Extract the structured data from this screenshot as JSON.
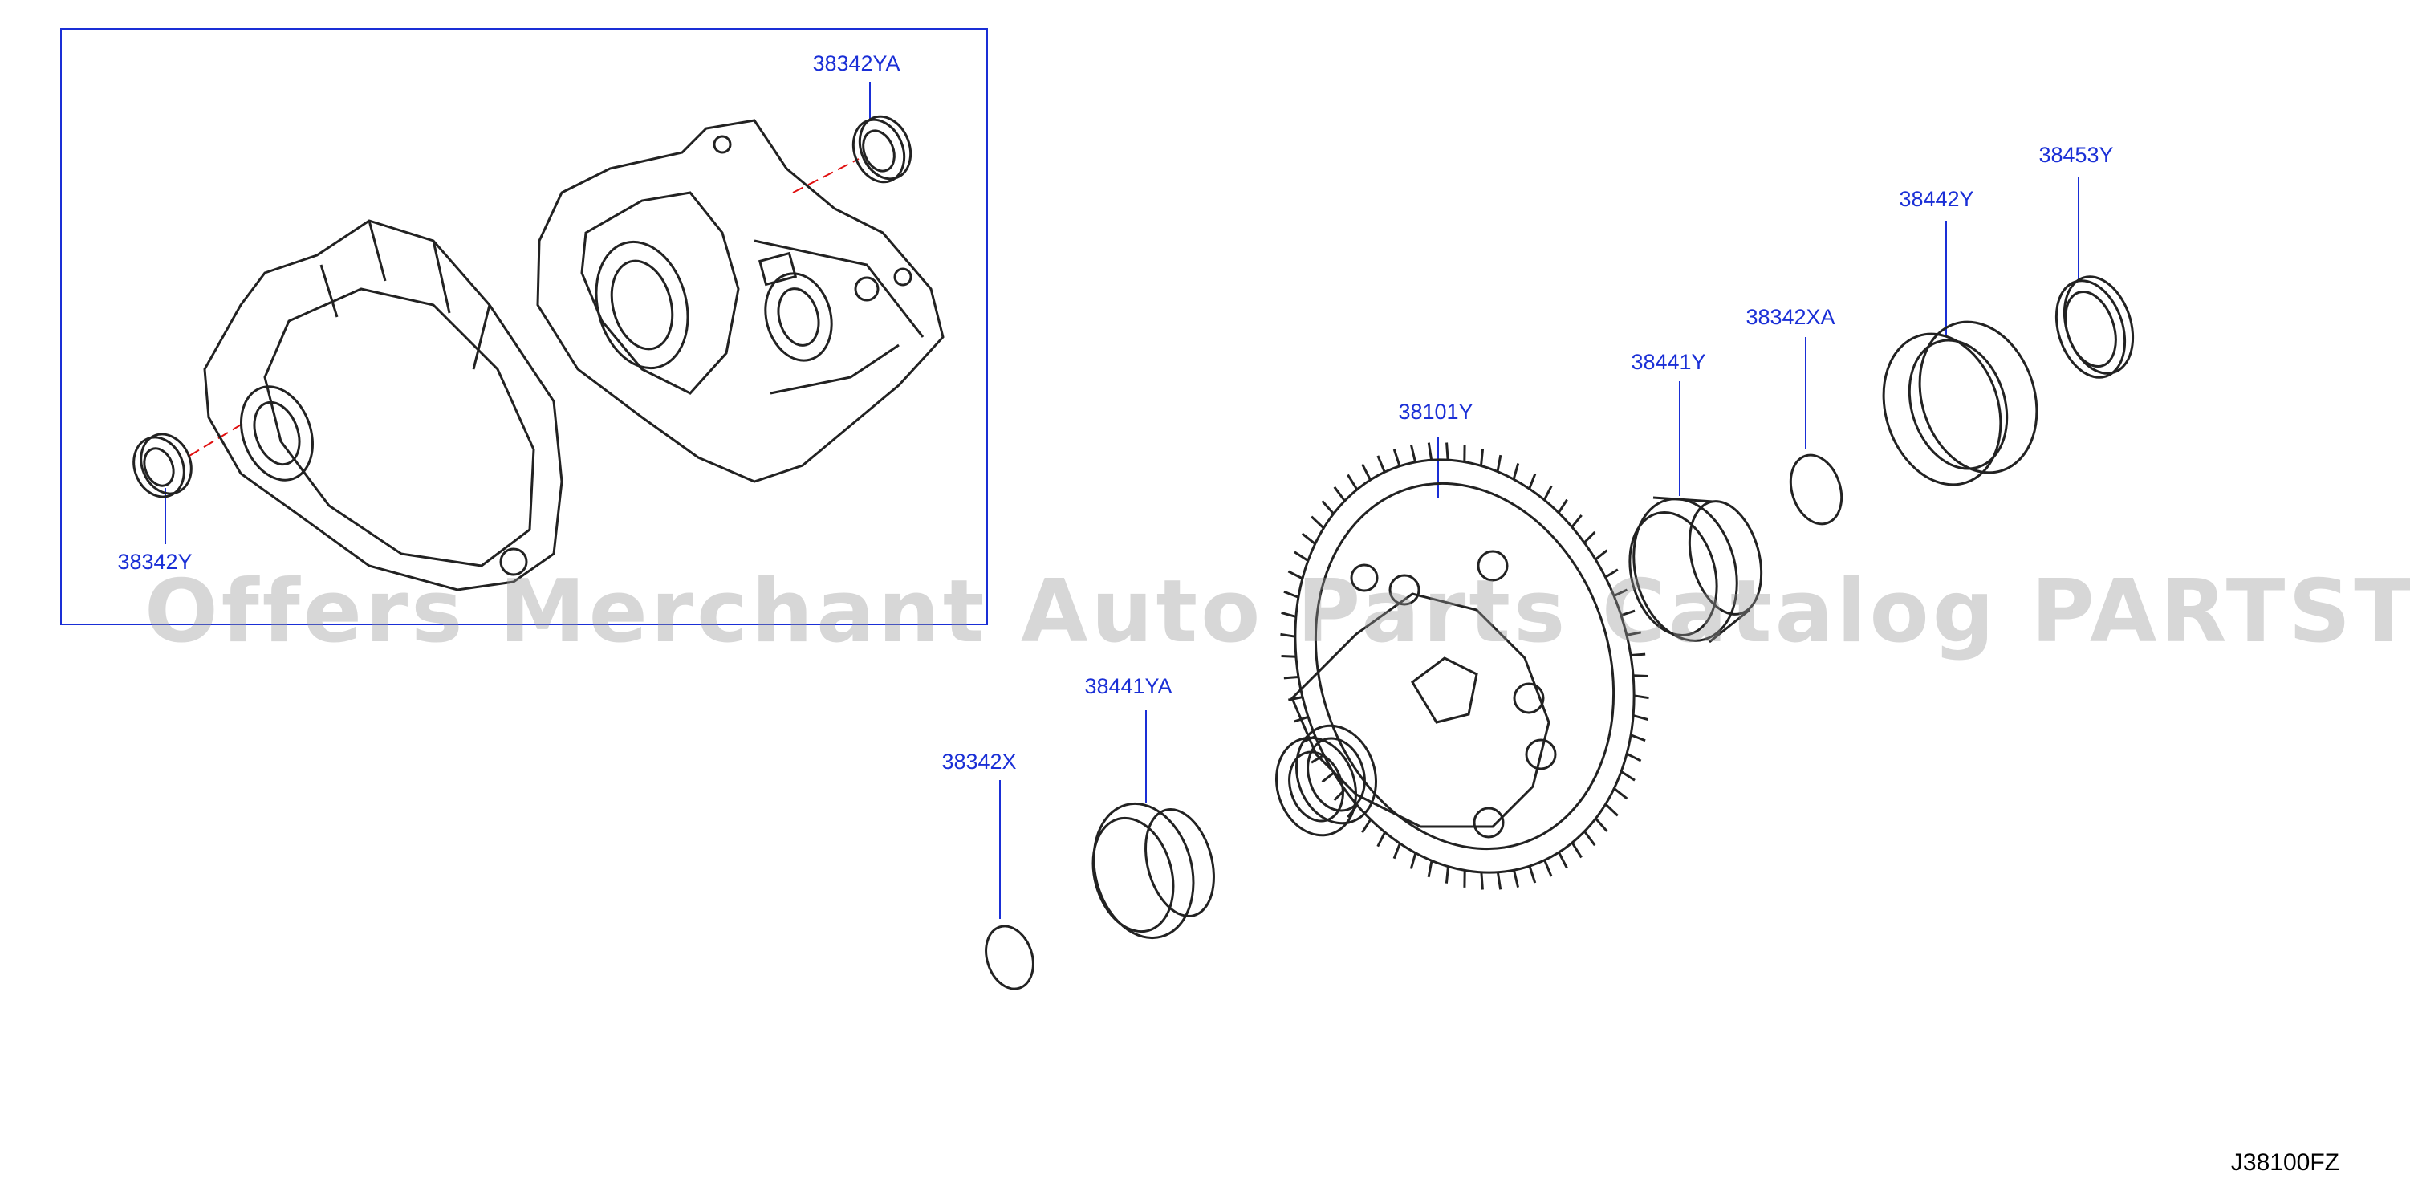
{
  "callouts": {
    "c38342YA": "38342YA",
    "c38342Y": "38342Y",
    "c38453Y": "38453Y",
    "c38442Y": "38442Y",
    "c38342XA": "38342XA",
    "c38441Y": "38441Y",
    "c38101Y": "38101Y",
    "c38441YA": "38441YA",
    "c38342X": "38342X"
  },
  "drawing_code": "J38100FZ",
  "watermark": "Offers Merchant Auto Parts Catalog PARTSTORE.SA",
  "colors": {
    "callout_text": "#1a2fd6",
    "frame": "#1a2fd6",
    "leader": "#1a2fd6",
    "assembly_line": "#e01010",
    "drawing": "#222222"
  },
  "icons": [
    "transmission-case-icon",
    "clutch-housing-icon",
    "oil-seal-icon",
    "differential-gear-icon",
    "bearing-icon",
    "bearing-race-icon",
    "shim-icon"
  ]
}
